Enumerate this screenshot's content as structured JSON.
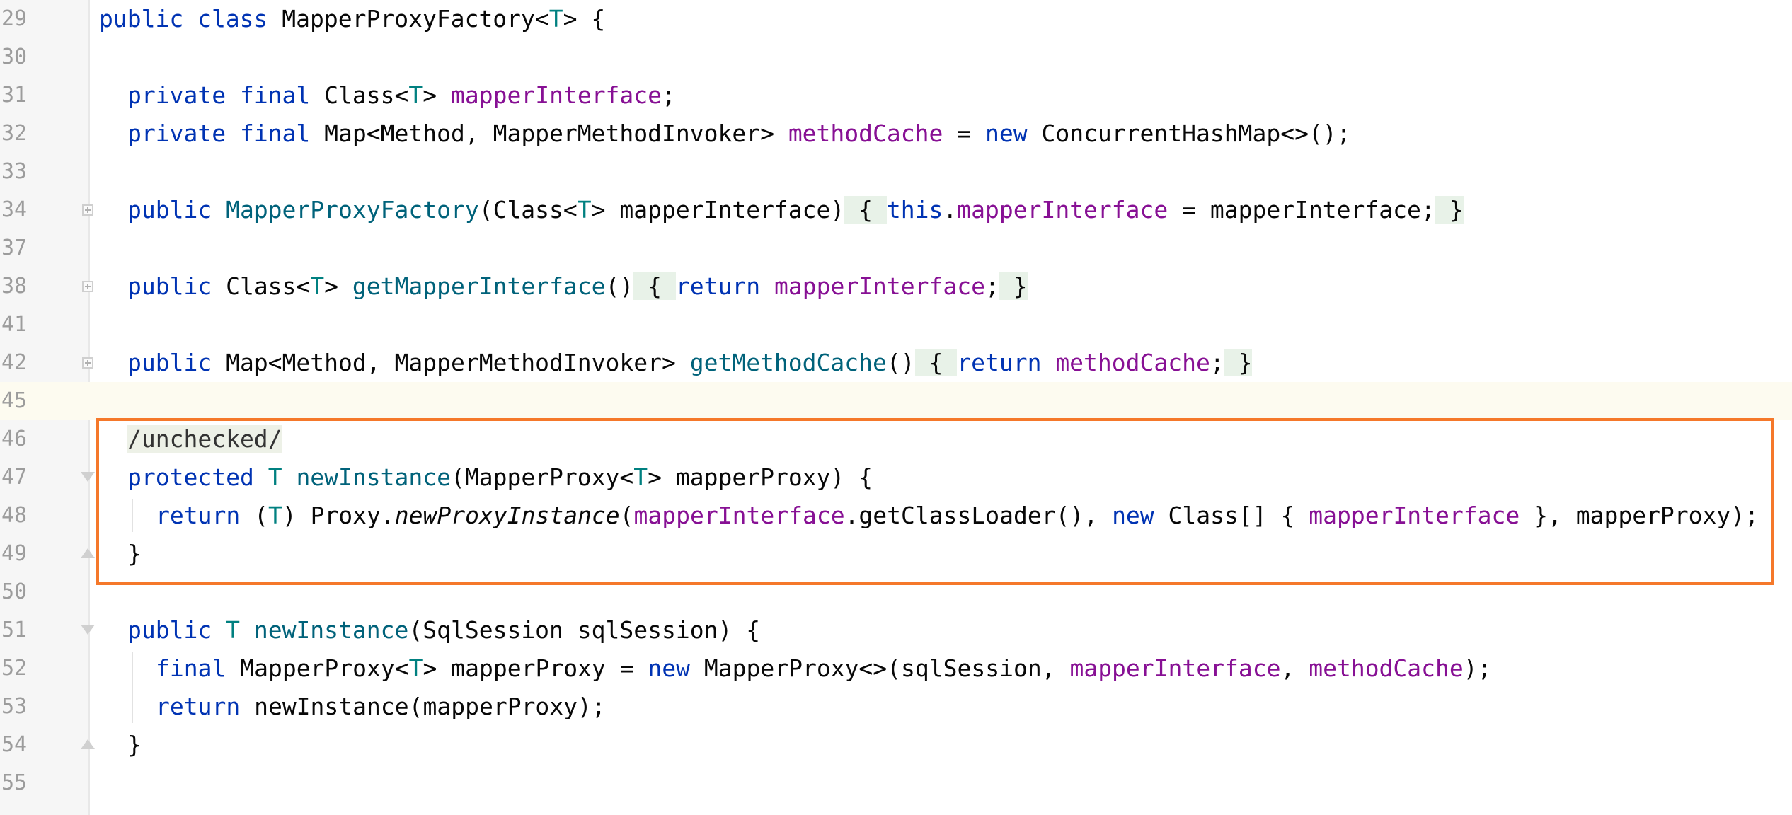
{
  "colors": {
    "keyword": "#0033b3",
    "type_param": "#008080",
    "field": "#871094",
    "method_decl": "#00627a",
    "plain": "#080808",
    "line_number": "#9c9c9c",
    "highlight_box": "#f5782a"
  },
  "editor": {
    "lines": [
      {
        "num": "29",
        "fold": "",
        "current": false,
        "indent": 0,
        "tokens": [
          {
            "t": "public ",
            "c": "kw"
          },
          {
            "t": "class ",
            "c": "kw"
          },
          {
            "t": "MapperProxyFactory<"
          },
          {
            "t": "T",
            "c": "ty"
          },
          {
            "t": "> {"
          }
        ]
      },
      {
        "num": "30",
        "fold": "",
        "current": false,
        "indent": 0,
        "tokens": []
      },
      {
        "num": "31",
        "fold": "",
        "current": false,
        "indent": 1,
        "tokens": [
          {
            "t": "private ",
            "c": "kw"
          },
          {
            "t": "final ",
            "c": "kw"
          },
          {
            "t": "Class<"
          },
          {
            "t": "T",
            "c": "ty"
          },
          {
            "t": "> "
          },
          {
            "t": "mapperInterface",
            "c": "fd"
          },
          {
            "t": ";"
          }
        ]
      },
      {
        "num": "32",
        "fold": "",
        "current": false,
        "indent": 1,
        "tokens": [
          {
            "t": "private ",
            "c": "kw"
          },
          {
            "t": "final ",
            "c": "kw"
          },
          {
            "t": "Map<Method, MapperMethodInvoker> "
          },
          {
            "t": "methodCache",
            "c": "fd"
          },
          {
            "t": " = "
          },
          {
            "t": "new ",
            "c": "kw"
          },
          {
            "t": "ConcurrentHashMap<>();"
          }
        ]
      },
      {
        "num": "33",
        "fold": "",
        "current": false,
        "indent": 0,
        "tokens": []
      },
      {
        "num": "34",
        "fold": "plus",
        "current": false,
        "indent": 1,
        "tokens": [
          {
            "t": "public ",
            "c": "kw"
          },
          {
            "t": "MapperProxyFactory",
            "c": "fn"
          },
          {
            "t": "(Class<"
          },
          {
            "t": "T",
            "c": "ty"
          },
          {
            "t": "> mapperInterface)"
          },
          {
            "t": " { ",
            "c": "fb"
          },
          {
            "t": "this",
            "c": "kw"
          },
          {
            "t": "."
          },
          {
            "t": "mapperInterface",
            "c": "fd"
          },
          {
            "t": " = mapperInterface;"
          },
          {
            "t": " }",
            "c": "fb"
          }
        ]
      },
      {
        "num": "37",
        "fold": "",
        "current": false,
        "indent": 0,
        "tokens": []
      },
      {
        "num": "38",
        "fold": "plus",
        "current": false,
        "indent": 1,
        "tokens": [
          {
            "t": "public ",
            "c": "kw"
          },
          {
            "t": "Class<"
          },
          {
            "t": "T",
            "c": "ty"
          },
          {
            "t": "> "
          },
          {
            "t": "getMapperInterface",
            "c": "fn"
          },
          {
            "t": "()"
          },
          {
            "t": " { ",
            "c": "fb"
          },
          {
            "t": "return ",
            "c": "kw"
          },
          {
            "t": "mapperInterface",
            "c": "fd"
          },
          {
            "t": ";"
          },
          {
            "t": " }",
            "c": "fb"
          }
        ]
      },
      {
        "num": "41",
        "fold": "",
        "current": false,
        "indent": 0,
        "tokens": []
      },
      {
        "num": "42",
        "fold": "plus",
        "current": false,
        "indent": 1,
        "tokens": [
          {
            "t": "public ",
            "c": "kw"
          },
          {
            "t": "Map<Method, MapperMethodInvoker> "
          },
          {
            "t": "getMethodCache",
            "c": "fn"
          },
          {
            "t": "()"
          },
          {
            "t": " { ",
            "c": "fb"
          },
          {
            "t": "return ",
            "c": "kw"
          },
          {
            "t": "methodCache",
            "c": "fd"
          },
          {
            "t": ";"
          },
          {
            "t": " }",
            "c": "fb"
          }
        ]
      },
      {
        "num": "45",
        "fold": "",
        "current": true,
        "indent": 0,
        "tokens": []
      },
      {
        "num": "46",
        "fold": "",
        "current": false,
        "indent": 1,
        "tokens": [
          {
            "t": "/unchecked/",
            "c": "an"
          }
        ]
      },
      {
        "num": "47",
        "fold": "open",
        "current": false,
        "indent": 1,
        "tokens": [
          {
            "t": "protected ",
            "c": "kw"
          },
          {
            "t": "T",
            "c": "ty"
          },
          {
            "t": " "
          },
          {
            "t": "newInstance",
            "c": "fn"
          },
          {
            "t": "(MapperProxy<"
          },
          {
            "t": "T",
            "c": "ty"
          },
          {
            "t": "> mapperProxy) {"
          }
        ]
      },
      {
        "num": "48",
        "fold": "",
        "current": false,
        "indent": 2,
        "tokens": [
          {
            "t": "return ",
            "c": "kw"
          },
          {
            "t": "("
          },
          {
            "t": "T",
            "c": "ty"
          },
          {
            "t": ") Proxy."
          },
          {
            "t": "newProxyInstance",
            "c": "it"
          },
          {
            "t": "("
          },
          {
            "t": "mapperInterface",
            "c": "fd"
          },
          {
            "t": ".getClassLoader(), "
          },
          {
            "t": "new ",
            "c": "kw"
          },
          {
            "t": "Class[] { "
          },
          {
            "t": "mapperInterface",
            "c": "fd"
          },
          {
            "t": " }, mapperProxy);"
          }
        ]
      },
      {
        "num": "49",
        "fold": "close",
        "current": false,
        "indent": 1,
        "tokens": [
          {
            "t": "}"
          }
        ]
      },
      {
        "num": "50",
        "fold": "",
        "current": false,
        "indent": 0,
        "tokens": []
      },
      {
        "num": "51",
        "fold": "open",
        "current": false,
        "indent": 1,
        "tokens": [
          {
            "t": "public ",
            "c": "kw"
          },
          {
            "t": "T",
            "c": "ty"
          },
          {
            "t": " "
          },
          {
            "t": "newInstance",
            "c": "fn"
          },
          {
            "t": "(SqlSession sqlSession) {"
          }
        ]
      },
      {
        "num": "52",
        "fold": "",
        "current": false,
        "indent": 2,
        "tokens": [
          {
            "t": "final ",
            "c": "kw"
          },
          {
            "t": "MapperProxy<"
          },
          {
            "t": "T",
            "c": "ty"
          },
          {
            "t": "> mapperProxy = "
          },
          {
            "t": "new ",
            "c": "kw"
          },
          {
            "t": "MapperProxy<>(sqlSession, "
          },
          {
            "t": "mapperInterface",
            "c": "fd"
          },
          {
            "t": ", "
          },
          {
            "t": "methodCache",
            "c": "fd"
          },
          {
            "t": ");"
          }
        ]
      },
      {
        "num": "53",
        "fold": "",
        "current": false,
        "indent": 2,
        "tokens": [
          {
            "t": "return ",
            "c": "kw"
          },
          {
            "t": "newInstance(mapperProxy);"
          }
        ]
      },
      {
        "num": "54",
        "fold": "close",
        "current": false,
        "indent": 1,
        "tokens": [
          {
            "t": "}"
          }
        ]
      },
      {
        "num": "55",
        "fold": "",
        "current": false,
        "indent": 0,
        "tokens": []
      }
    ]
  }
}
